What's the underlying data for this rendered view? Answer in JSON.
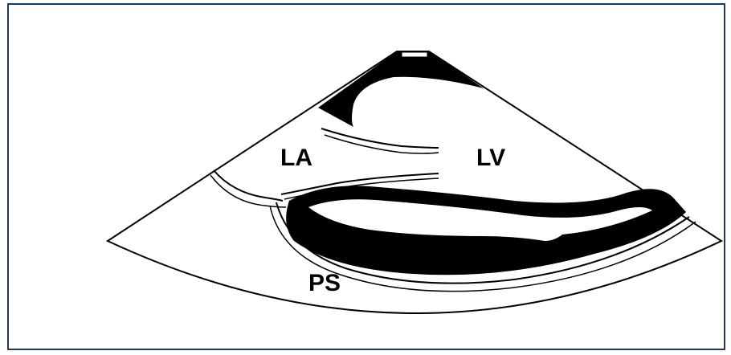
{
  "figure": {
    "labels": {
      "left_atrium": "LA",
      "left_ventricle": "LV",
      "pericardial_space": "PS"
    },
    "colors": {
      "frame_border": "#1f3a5f",
      "tissue": "#000000",
      "background": "#ffffff"
    }
  }
}
